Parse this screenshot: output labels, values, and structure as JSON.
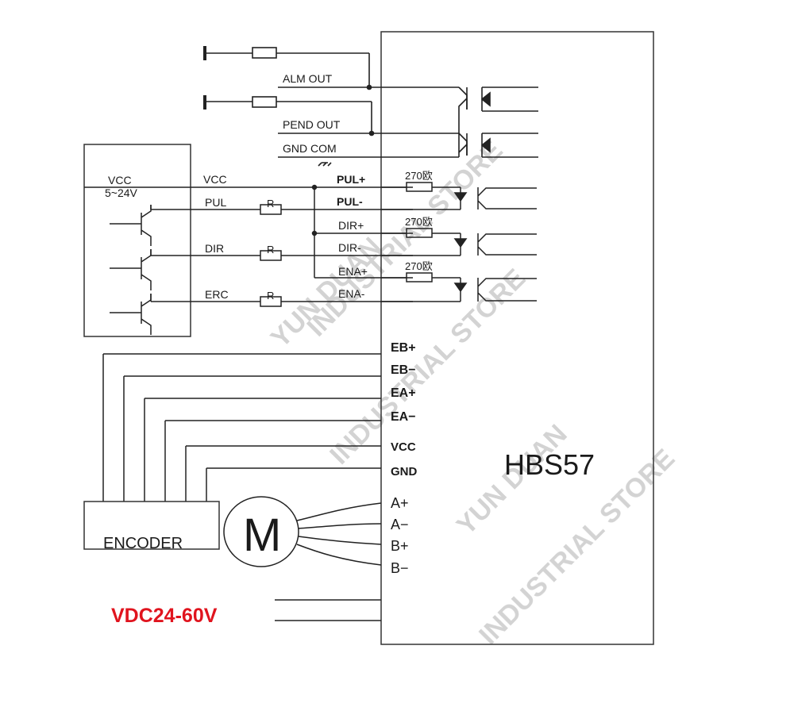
{
  "driver": {
    "model": "HBS57"
  },
  "alarm": {
    "alm_out": "ALM OUT",
    "pend_out": "PEND OUT",
    "gnd_com": "GND COM"
  },
  "controller": {
    "supply_label": "VCC",
    "supply_range": "5~24V",
    "vcc": "VCC",
    "pul": "PUL",
    "dir": "DIR",
    "erc": "ERC",
    "resistor": "R"
  },
  "inputs": {
    "pul_plus": "PUL+",
    "pul_minus": "PUL-",
    "dir_plus": "DIR+",
    "dir_minus": "DIR-",
    "ena_plus": "ENA+",
    "ena_minus": "ENA-",
    "resistor_value": "270欧"
  },
  "encoder_terminals": {
    "eb_plus": "EB+",
    "eb_minus": "EB−",
    "ea_plus": "EA+",
    "ea_minus": "EA−",
    "vcc": "VCC",
    "gnd": "GND"
  },
  "motor_terminals": {
    "a_plus": "A+",
    "a_minus": "A−",
    "b_plus": "B+",
    "b_minus": "B−"
  },
  "encoder": {
    "label": "ENCODER"
  },
  "motor": {
    "label": "M"
  },
  "power": {
    "label": "VDC24-60V",
    "color": "#e0141e"
  },
  "watermark": {
    "line1": "YUN DUAN",
    "line2": "INDUSTRIAL STORE"
  }
}
